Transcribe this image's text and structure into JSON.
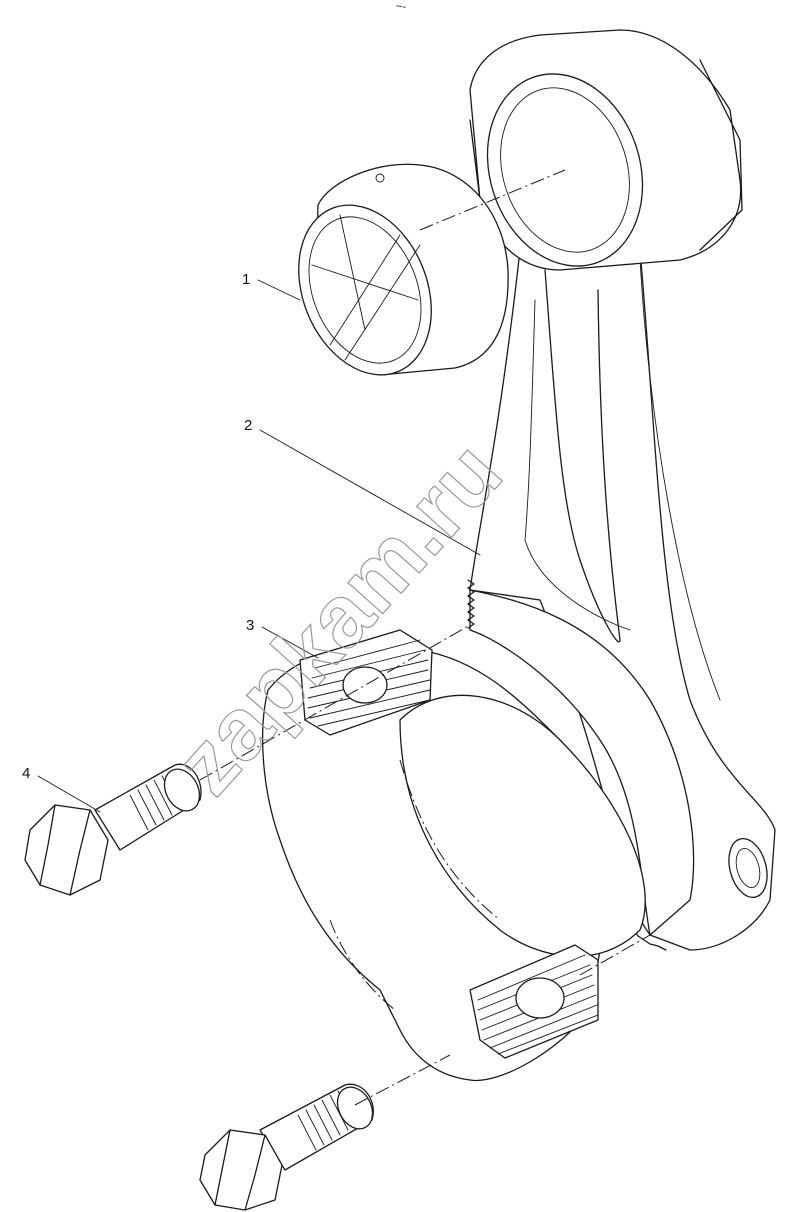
{
  "diagram": {
    "callouts": [
      {
        "id": "1",
        "part": "connecting-rod-bushing"
      },
      {
        "id": "2",
        "part": "connecting-rod"
      },
      {
        "id": "3",
        "part": "connecting-rod-cap"
      },
      {
        "id": "4",
        "part": "connecting-rod-bolt"
      }
    ],
    "watermark": "zapkam.ru",
    "header_mark": "~-"
  }
}
